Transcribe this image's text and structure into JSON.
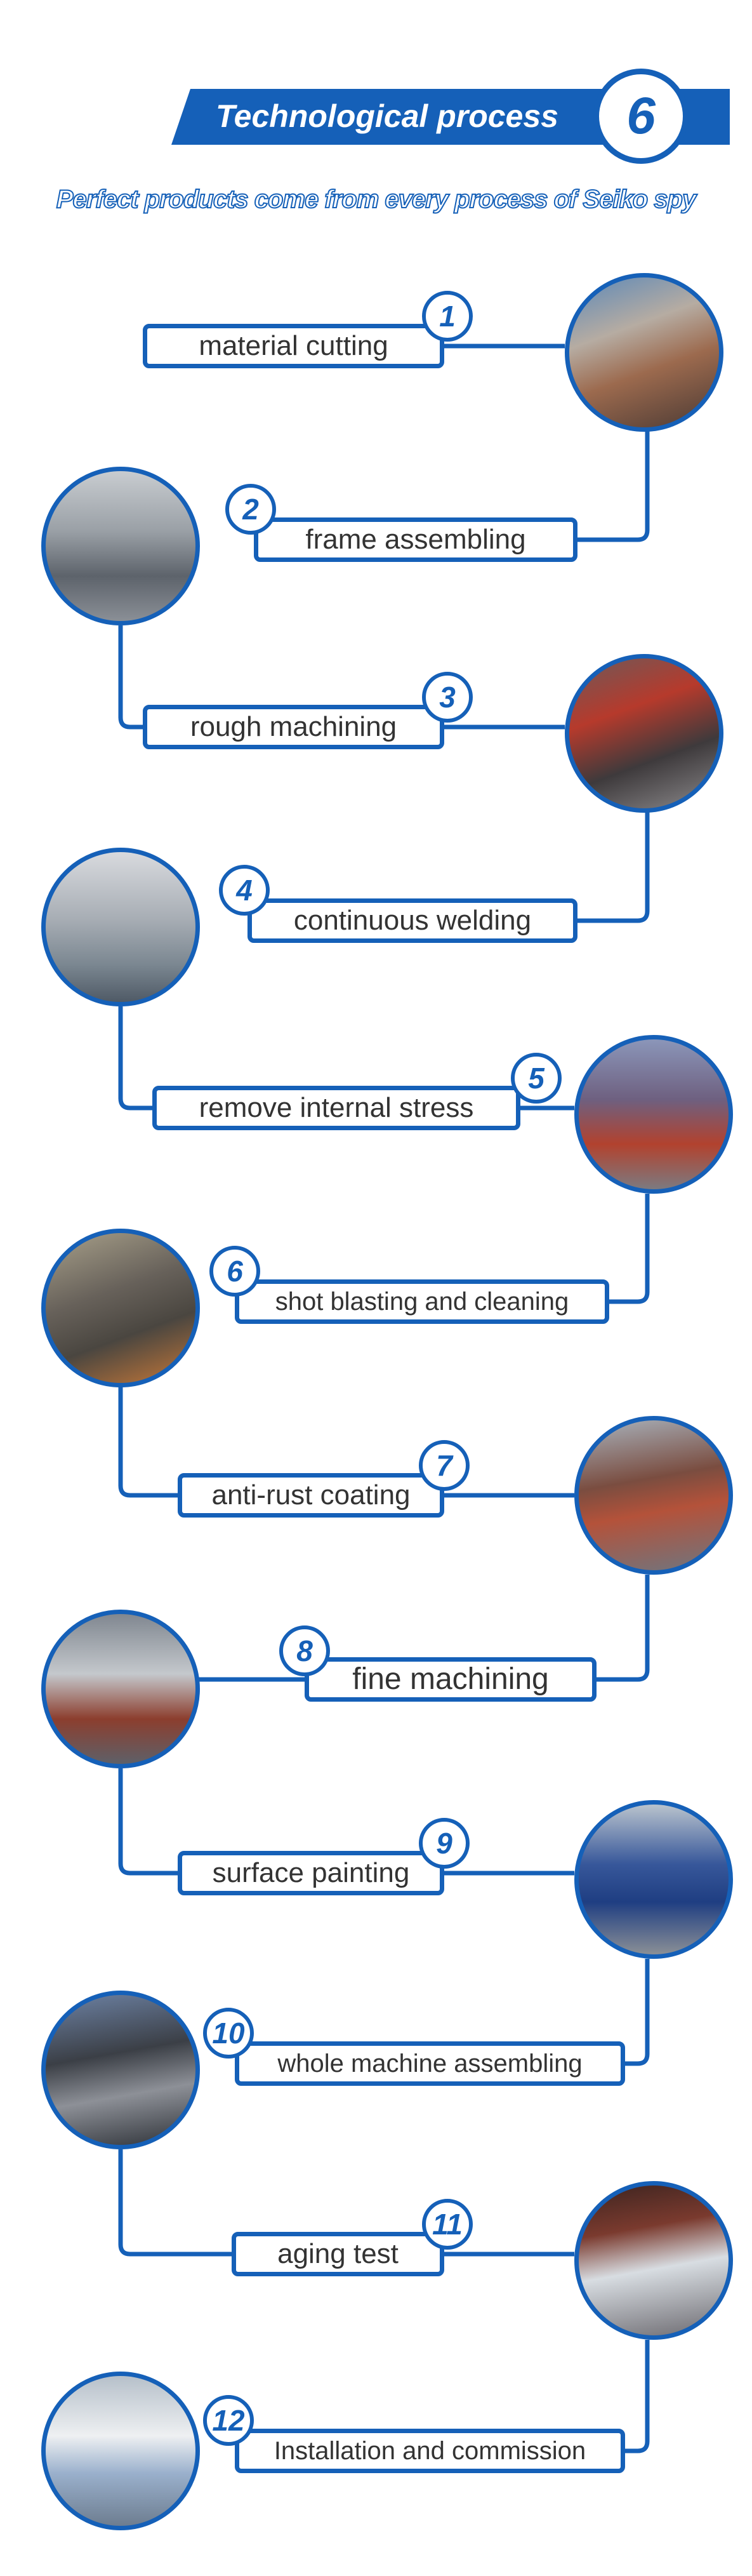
{
  "header": {
    "title": "Technological process",
    "badge": "6",
    "subtitle": "Perfect products come from every process of Seiko spy"
  },
  "colors": {
    "accent": "#1560b8",
    "text": "#333333",
    "background": "#ffffff"
  },
  "steps": [
    {
      "num": "1",
      "label": "material cutting"
    },
    {
      "num": "2",
      "label": "frame assembling"
    },
    {
      "num": "3",
      "label": "rough machining"
    },
    {
      "num": "4",
      "label": "continuous welding"
    },
    {
      "num": "5",
      "label": "remove internal stress"
    },
    {
      "num": "6",
      "label": "shot blasting and cleaning"
    },
    {
      "num": "7",
      "label": "anti-rust coating"
    },
    {
      "num": "8",
      "label": "fine machining"
    },
    {
      "num": "9",
      "label": "surface painting"
    },
    {
      "num": "10",
      "label": "whole machine assembling"
    },
    {
      "num": "11",
      "label": "aging test"
    },
    {
      "num": "12",
      "label": "Installation and commission"
    }
  ]
}
